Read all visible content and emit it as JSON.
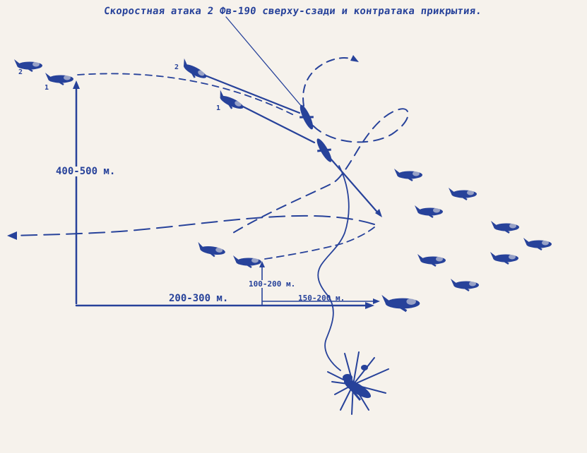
{
  "title": "Скоростная атака 2 Фв-190 сверху-сзади и контратака прикрытия.",
  "labels": {
    "altitude": "400-500 м.",
    "horizontal": "200-300 м.",
    "vertical_gap": "100-200 м.",
    "attack_gap": "150-200 м.",
    "cover_2": "2",
    "cover_1": "1",
    "attacker_2": "2",
    "attacker_1": "1"
  },
  "colors": {
    "ink": "#27429a",
    "paper": "#f6f2ec"
  }
}
